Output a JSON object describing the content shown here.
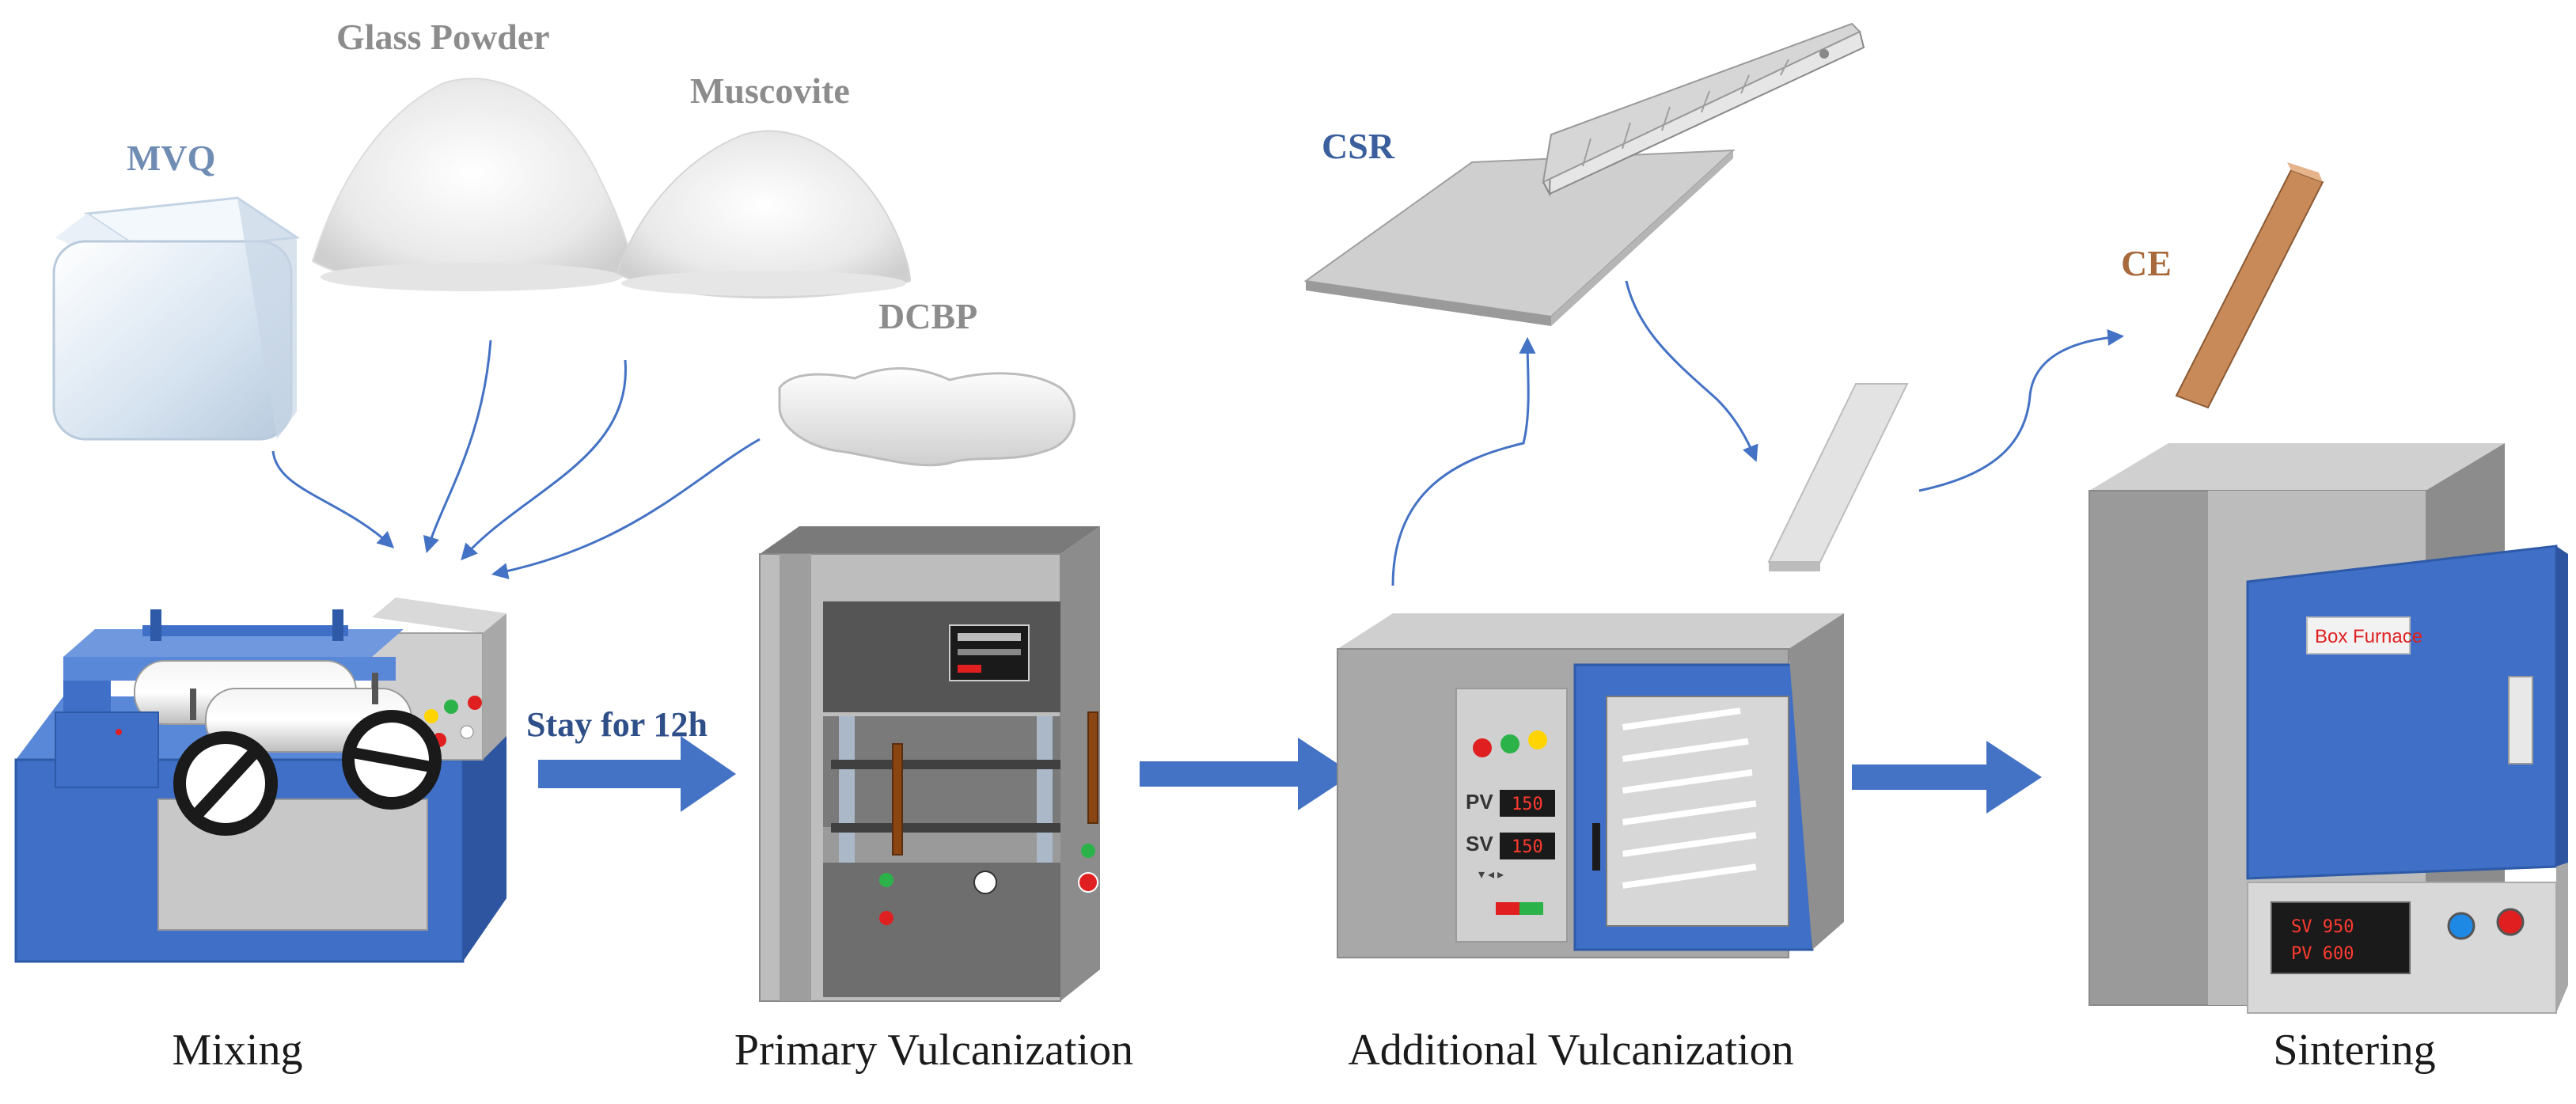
{
  "materials": {
    "mvq": "MVQ",
    "glass_powder": "Glass Powder",
    "muscovite": "Muscovite",
    "dcbp": "DCBP"
  },
  "products": {
    "csr": "CSR",
    "ce": "CE"
  },
  "process_arrow": {
    "stay_label": "Stay for 12h"
  },
  "stages": {
    "mixing": "Mixing",
    "primary": "Primary Vulcanization",
    "additional": "Additional Vulcanization",
    "sintering": "Sintering"
  },
  "oven_panel": {
    "pv_label": "PV",
    "pv_value": "150",
    "sv_label": "SV",
    "sv_value": "150"
  },
  "furnace": {
    "plate_text": "Box Furnace",
    "sv_line": "SV  950",
    "pv_line": "PV  600"
  },
  "colors": {
    "arrow_blue": "#4472c4",
    "machine_blue": "#3f6fc6",
    "panel_gray": "#c8c8c8",
    "ce_brown": "#c98a5a"
  }
}
